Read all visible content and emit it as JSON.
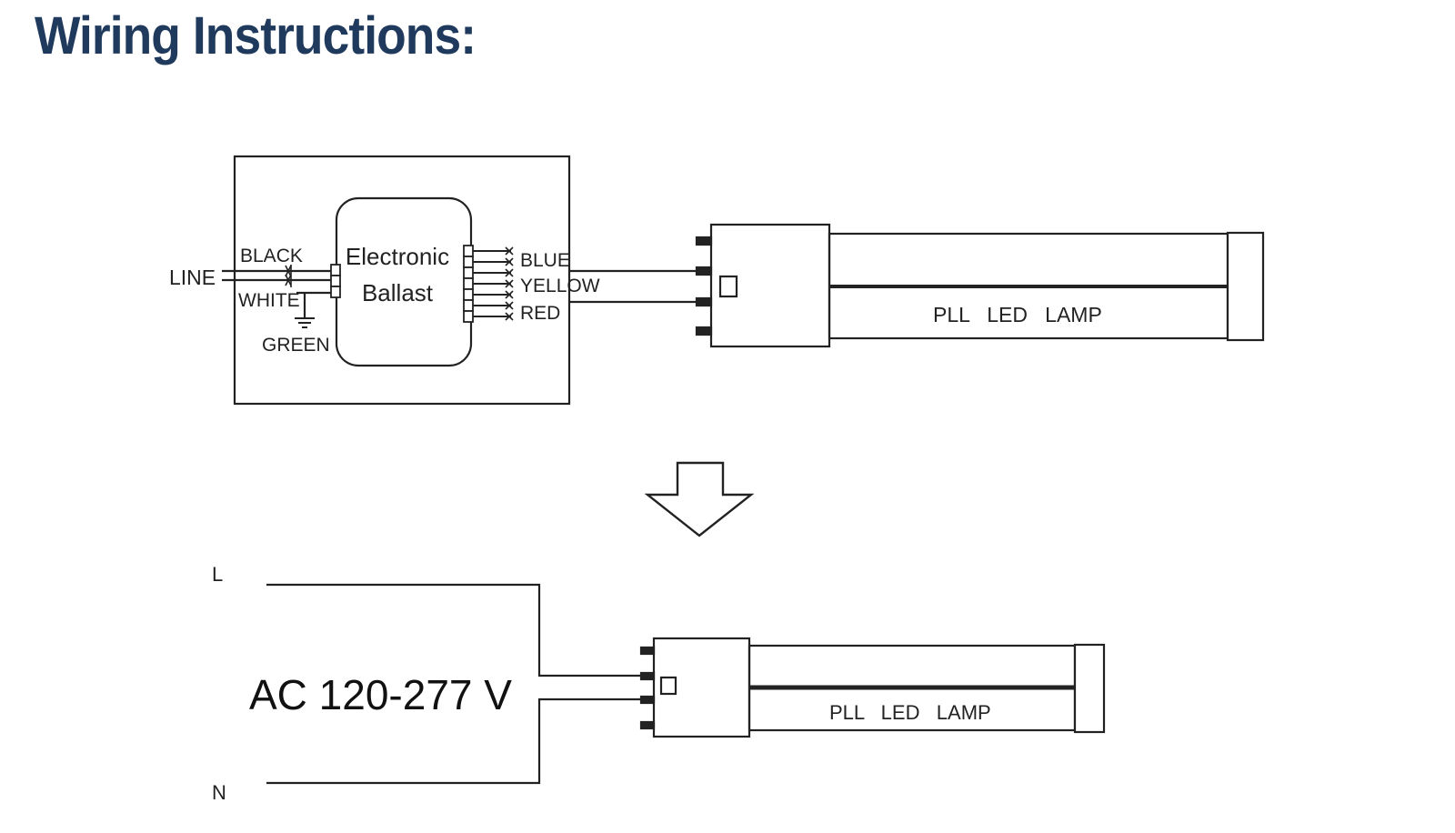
{
  "title": "Wiring Instructions:",
  "before": {
    "line_label": "LINE",
    "wire_black": "BLACK",
    "wire_white": "WHITE",
    "wire_green": "GREEN",
    "ballast_line1": "Electronic",
    "ballast_line2": "Ballast",
    "wire_blue": "BLUE",
    "wire_yellow": "YELLOW",
    "wire_red": "RED",
    "lamp_label": "PLL   LED   LAMP"
  },
  "after": {
    "l_label": "L",
    "n_label": "N",
    "voltage": "AC 120-277 V",
    "lamp_label": "PLL   LED   LAMP"
  },
  "icons": {
    "ground": "ground-icon",
    "arrow": "down-arrow-icon"
  }
}
